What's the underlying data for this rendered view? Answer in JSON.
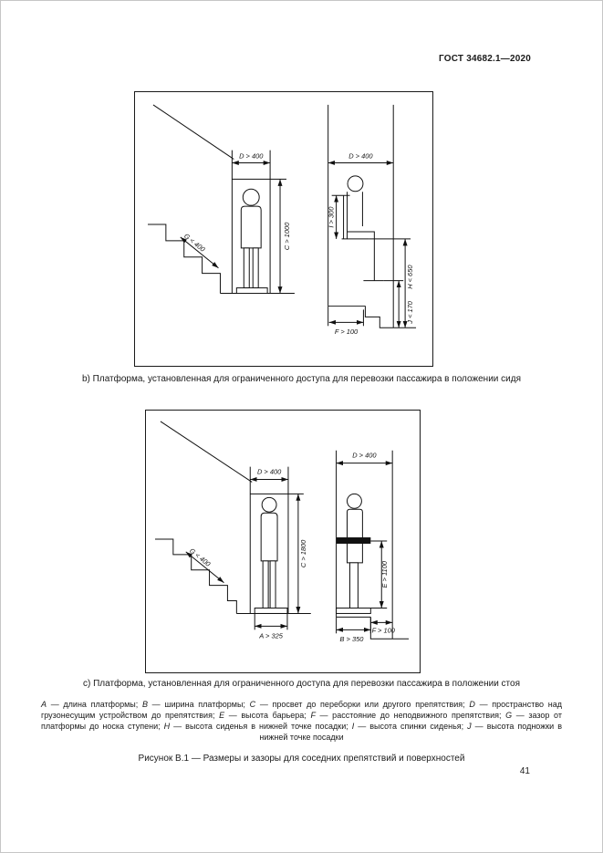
{
  "page": {
    "header": "ГОСТ 34682.1—2020",
    "number": "41"
  },
  "figure_b": {
    "caption": "b)  Платформа, установленная для ограниченного доступа для перевозки пассажира в положении сидя",
    "dims": {
      "d_left": "D > 400",
      "c": "C > 1000",
      "g": "G < 400",
      "d_right": "D > 400",
      "i": "I > 300",
      "h": "H < 650",
      "f": "F > 100",
      "j": "J < 170"
    }
  },
  "figure_c": {
    "caption": "c)  Платформа, установленная для ограниченного доступа для перевозки пассажира в положении стоя",
    "dims": {
      "d_left": "D > 400",
      "c": "C > 1800",
      "g": "G < 400",
      "a": "A > 325",
      "d_right": "D > 400",
      "e": "E > 1100",
      "b": "B > 350",
      "f": "F > 100"
    }
  },
  "legend": {
    "segments": [
      {
        "v": "A"
      },
      {
        "t": " — длина платформы; "
      },
      {
        "v": "B"
      },
      {
        "t": " — ширина платформы; "
      },
      {
        "v": "C"
      },
      {
        "t": " — просвет до переборки или другого препятствия; "
      },
      {
        "v": "D"
      },
      {
        "t": " — пространство над грузонесущим устройством до препятствия; "
      },
      {
        "v": "E"
      },
      {
        "t": " — высота барьера; "
      },
      {
        "v": "F"
      },
      {
        "t": " — расстояние до неподвижного препятствия; "
      },
      {
        "v": "G"
      },
      {
        "t": " — зазор от платформы до носка ступени; "
      },
      {
        "v": "H"
      },
      {
        "t": " — высота сиденья в нижней точке посадки; "
      },
      {
        "v": "I"
      },
      {
        "t": " — высота спинки сиденья; "
      },
      {
        "v": "J"
      },
      {
        "t": " — высота подножки в нижней точке посадки"
      }
    ]
  },
  "figure_caption": "Рисунок В.1 — Размеры и зазоры для соседних препятствий и поверхностей"
}
